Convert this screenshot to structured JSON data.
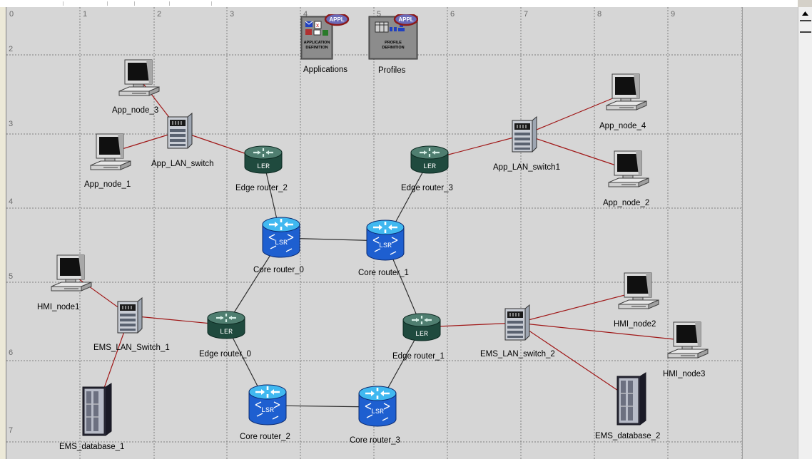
{
  "colors": {
    "background": "#d6d6d6",
    "grid_line": "#808080",
    "link": "#a01818",
    "core_link": "#303030",
    "lsr_blue": "#1e5fd0",
    "ler_green": "#1f4a3e",
    "appl_badge": "#8b1a1a"
  },
  "grid": {
    "column_labels": [
      "0",
      "1",
      "2",
      "3",
      "4",
      "5",
      "6",
      "7",
      "8",
      "9"
    ],
    "row_labels": [
      "2",
      "3",
      "4",
      "5",
      "6",
      "7"
    ]
  },
  "config_objects": [
    {
      "label": "Applications",
      "icon": "application-definition-icon",
      "badge": "APPL",
      "caption": [
        "APPLICATION",
        "DEFINITION"
      ]
    },
    {
      "label": "Profiles",
      "icon": "profile-definition-icon",
      "badge": "APPL",
      "caption": [
        "PROFILE",
        "DEFINITION"
      ]
    }
  ],
  "nodes": {
    "app_node_3": "App_node_3",
    "app_node_1": "App_node_1",
    "app_lan_switch": "App_LAN_switch",
    "edge_router_2": "Edge router_2",
    "edge_router_3": "Edge router_3",
    "app_lan_switch1": "App_LAN_switch1",
    "app_node_4": "App_node_4",
    "app_node_2": "App_node_2",
    "core_router_0": "Core router_0",
    "core_router_1": "Core router_1",
    "hmi_node1": "HMI_node1",
    "ems_lan_switch_1": "EMS_LAN_Switch_1",
    "edge_router_0": "Edge router_0",
    "edge_router_1": "Edge router_1",
    "ems_lan_switch_2": "EMS_LAN_switch_2",
    "hmi_node2": "HMI_node2",
    "hmi_node3": "HMI_node3",
    "ems_database_1": "EMS_database_1",
    "core_router_2": "Core router_2",
    "core_router_3": "Core router_3",
    "ems_database_2": "EMS_database_2"
  },
  "router_badges": {
    "ler": "LER",
    "lsr": "LSR"
  }
}
